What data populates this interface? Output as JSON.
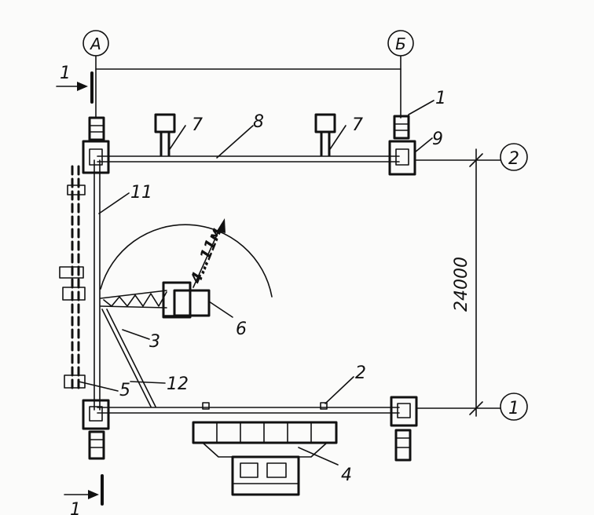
{
  "axes": {
    "a": "А",
    "b": "Б",
    "r2": "2",
    "r1": "1"
  },
  "dimension": "24000",
  "radius": "4…11м",
  "labels": {
    "l1_top": "1",
    "l1_bottom": "1",
    "l1_right": "1",
    "l2": "2",
    "l3": "3",
    "l4": "4",
    "l5": "5",
    "l6": "6",
    "l7a": "7",
    "l7b": "7",
    "l8": "8",
    "l9": "9",
    "l11": "11",
    "l12": "12"
  },
  "colors": {
    "ink": "#111111",
    "paper": "#fbfbfa"
  }
}
